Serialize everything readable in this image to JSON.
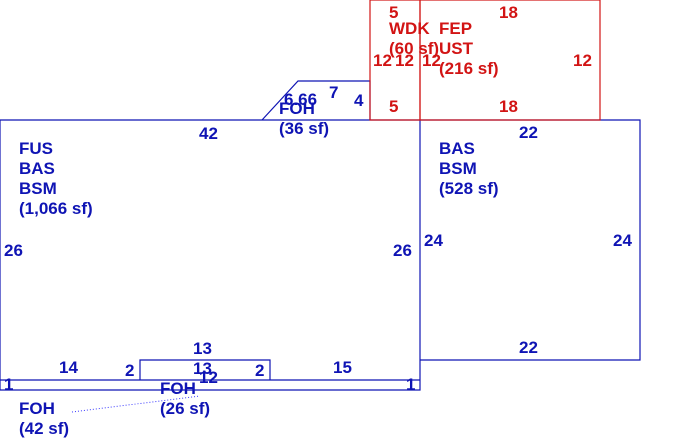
{
  "colors": {
    "blue": "#0f14b4",
    "red": "#d21414",
    "leader": "#3a3aff"
  },
  "areas": {
    "fus": {
      "lines": [
        "FUS",
        "BAS",
        "BSM",
        "(1,066 sf)"
      ]
    },
    "bas": {
      "lines": [
        "BAS",
        "BSM",
        "(528 sf)"
      ]
    },
    "foh_top": {
      "lines": [
        "FOH",
        "(36 sf)"
      ]
    },
    "foh_mid": {
      "lines": [
        "FOH",
        "(26 sf)"
      ]
    },
    "foh_bottom": {
      "lines": [
        "FOH",
        "(42 sf)"
      ]
    },
    "wdk": {
      "lines": [
        "WDK",
        "(60 sf)"
      ]
    },
    "fep": {
      "lines": [
        "FEP",
        "UST",
        "(216 sf)"
      ]
    }
  },
  "dimensions": {
    "fus_top": "42",
    "fus_left": "26",
    "fus_right": "26",
    "bas_top": "22",
    "bas_bottom": "22",
    "bas_left": "24",
    "bas_right": "24",
    "foh_top_a": "6.66",
    "foh_top_b": "7",
    "foh_top_c": "4",
    "bottom_left": "14",
    "bottom_step_left": "2",
    "bottom_center_top": "13",
    "bottom_center_mid": "13",
    "bottom_center_low": "12",
    "bottom_step_right": "2",
    "bottom_right": "15",
    "edge_left": "1",
    "edge_right": "1",
    "wdk_top": "5",
    "wdk_bottom": "5",
    "wdk_left": "12",
    "wdk_mid_a": "12",
    "wdk_mid_b": "12",
    "fep_top": "18",
    "fep_bottom": "18",
    "fep_right": "12"
  }
}
